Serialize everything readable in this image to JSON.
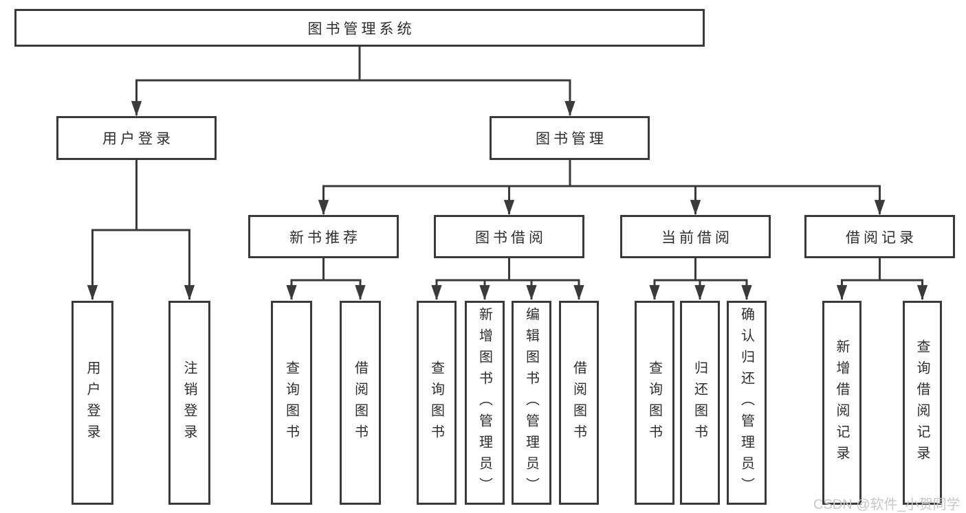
{
  "colors": {
    "line": "#3a3a3a",
    "text": "#2e2e2e",
    "watermark": "#c8c8c8",
    "bg": "#ffffff"
  },
  "watermark": {
    "text": "CSDN @软件_小贺同学"
  },
  "tree": {
    "label": "图书管理系统",
    "children": [
      {
        "label": "用户登录",
        "children": [
          {
            "label": "用户登录"
          },
          {
            "label": "注销登录"
          }
        ]
      },
      {
        "label": "图书管理",
        "children": [
          {
            "label": "新书推荐",
            "children": [
              {
                "label": "查询图书"
              },
              {
                "label": "借阅图书"
              }
            ]
          },
          {
            "label": "图书借阅",
            "children": [
              {
                "label": "查询图书"
              },
              {
                "label": "新增图书（管理员）"
              },
              {
                "label": "编辑图书（管理员）"
              },
              {
                "label": "借阅图书"
              }
            ]
          },
          {
            "label": "当前借阅",
            "children": [
              {
                "label": "查询图书"
              },
              {
                "label": "归还图书"
              },
              {
                "label": "确认归还（管理员）"
              }
            ]
          },
          {
            "label": "借阅记录",
            "children": [
              {
                "label": "新增借阅记录"
              },
              {
                "label": "查询借阅记录"
              }
            ]
          }
        ]
      }
    ]
  }
}
